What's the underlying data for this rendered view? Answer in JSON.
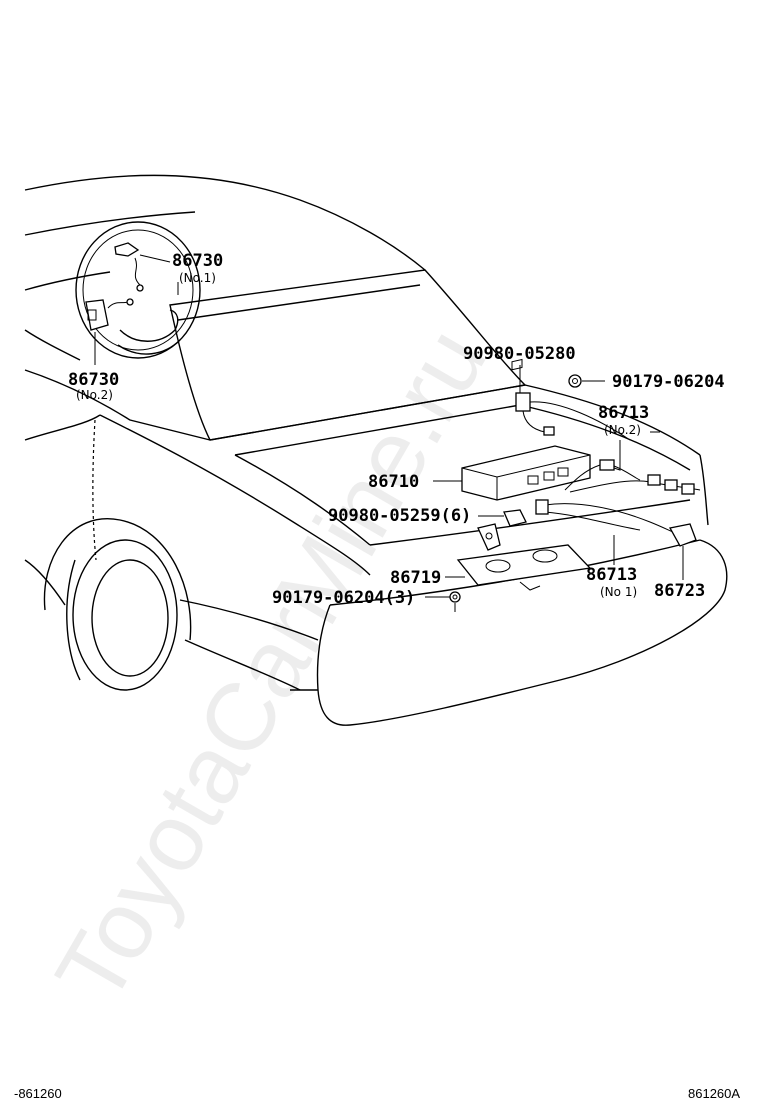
{
  "watermark": "ToyotaCarMine.ru",
  "labels": {
    "p86730_no1": "86730",
    "p86730_no1_sub": "(No.1)",
    "p86730_no2": "86730",
    "p86730_no2_sub": "(No.2)",
    "p90980_05280": "90980-05280",
    "p90179_06204_top": "90179-06204",
    "p86713_no2": "86713",
    "p86713_no2_sub": "(No.2)",
    "p86710": "86710",
    "p90980_05259": "90980-05259(6)",
    "p86719": "86719",
    "p86713_no1": "86713",
    "p86713_no1_sub": "(No 1)",
    "p86723": "86723",
    "p90179_06204_bottom": "90179-06204(3)"
  },
  "footer": {
    "left": "-861260",
    "right": "861260A"
  }
}
